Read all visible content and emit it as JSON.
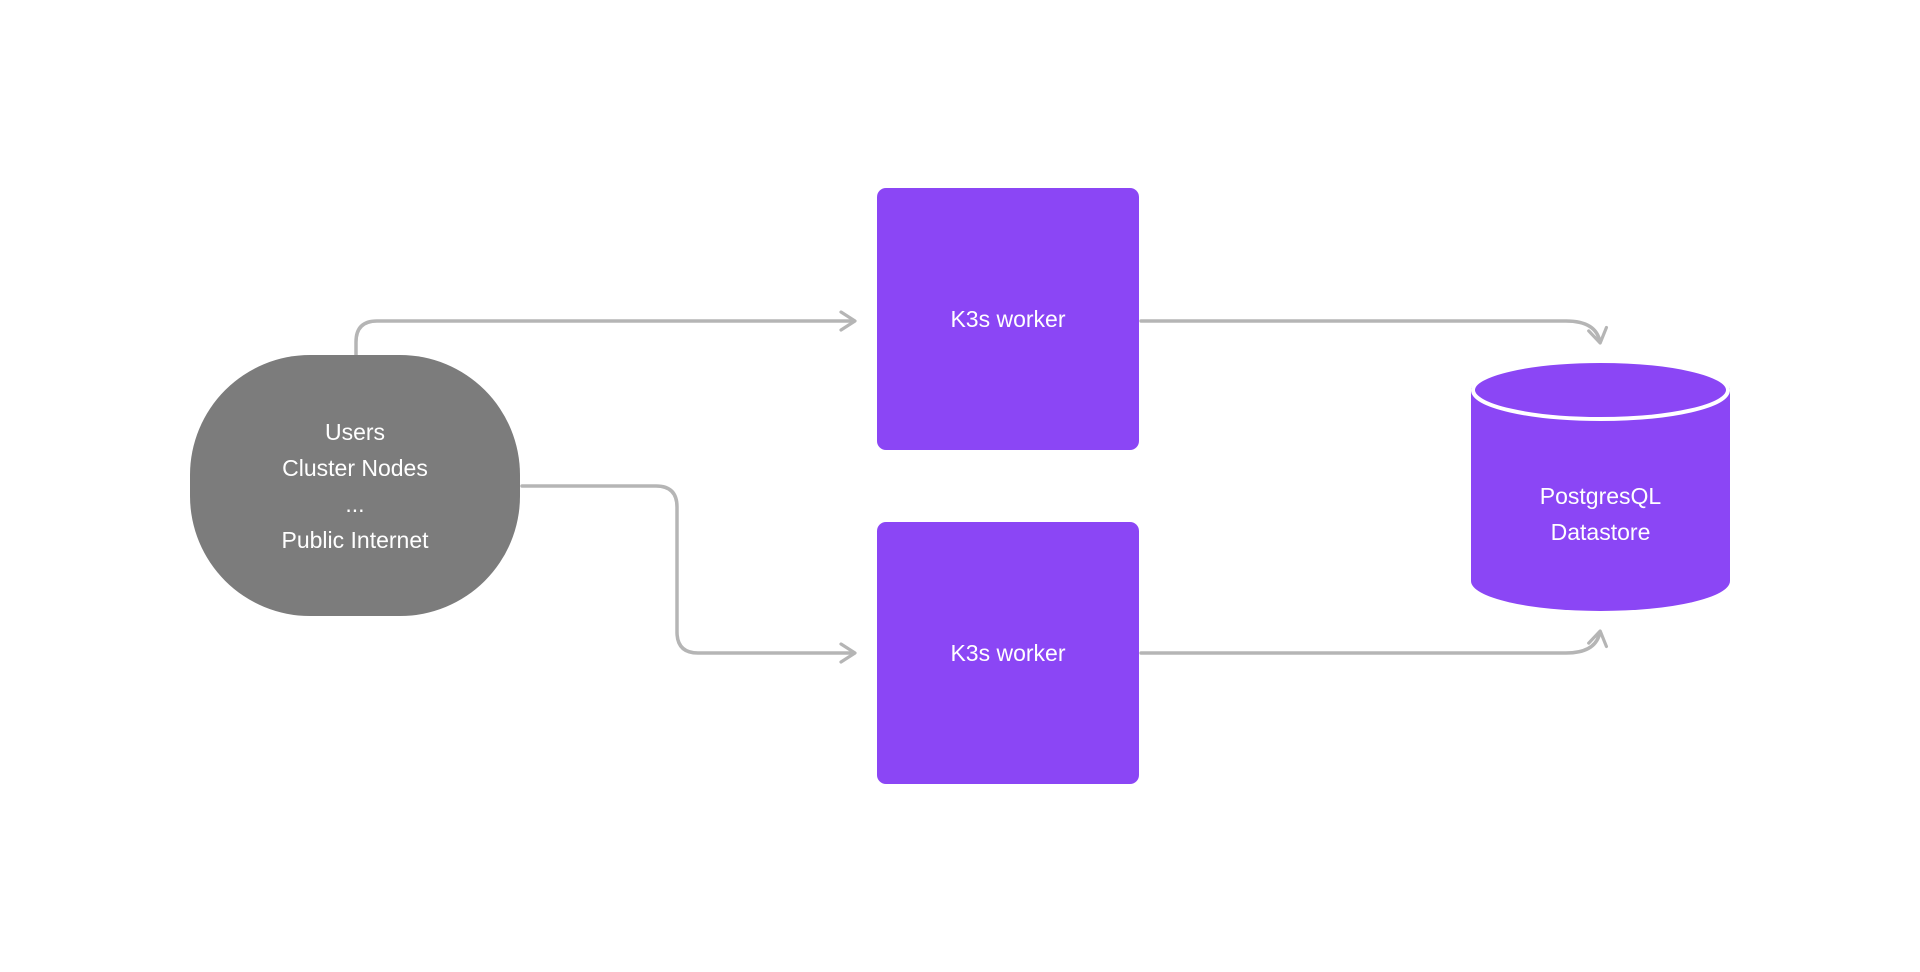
{
  "nodes": {
    "source": {
      "lines": [
        "Users",
        "Cluster Nodes",
        "...",
        "Public Internet"
      ]
    },
    "worker_top": {
      "label": "K3s worker"
    },
    "worker_bottom": {
      "label": "K3s worker"
    },
    "datastore": {
      "lines": [
        "PostgresQL",
        "Datastore"
      ]
    }
  },
  "connections": [
    {
      "from": "source",
      "to": "worker_top"
    },
    {
      "from": "source",
      "to": "worker_bottom"
    },
    {
      "from": "worker_top",
      "to": "datastore"
    },
    {
      "from": "worker_bottom",
      "to": "datastore"
    }
  ],
  "colors": {
    "purple": "#8B46F5",
    "gray": "#7C7C7C",
    "arrow": "#B5B5B5",
    "background": "#FFFFFF",
    "text": "#FFFFFF"
  }
}
